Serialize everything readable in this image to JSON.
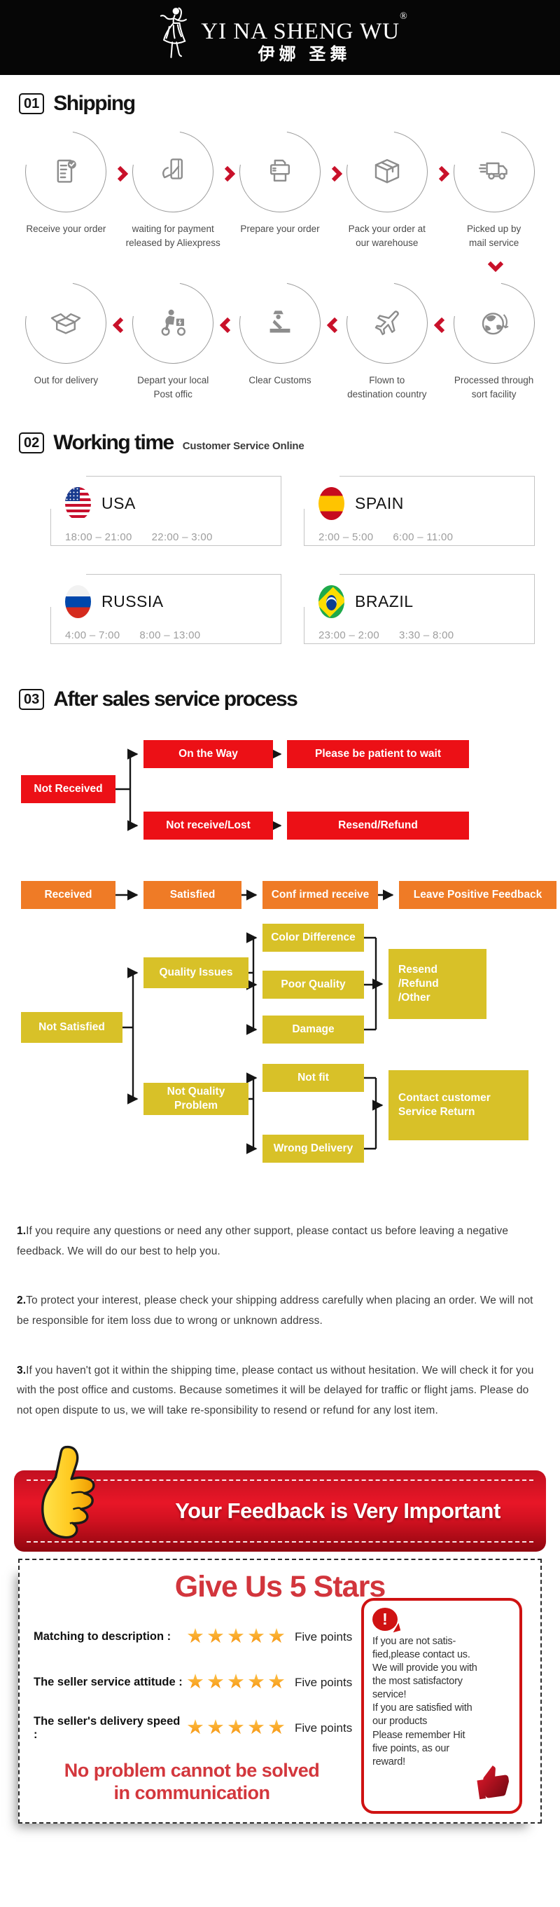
{
  "brand": {
    "name": "YI NA SHENG WU",
    "registered": "®",
    "name_cn": "伊娜 圣舞"
  },
  "shipping": {
    "number": "01",
    "title": "Shipping",
    "row1": [
      {
        "label": "Receive your order",
        "icon": "order-checklist-icon"
      },
      {
        "label": "waiting for payment\nreleased by Aliexpress",
        "icon": "payment-card-icon"
      },
      {
        "label": "Prepare your order",
        "icon": "printer-icon"
      },
      {
        "label": "Pack your order at\nour warehouse",
        "icon": "package-box-icon"
      },
      {
        "label": "Picked up by\nmail service",
        "icon": "delivery-truck-icon"
      }
    ],
    "row2": [
      {
        "label": "Out for delivery",
        "icon": "open-box-icon"
      },
      {
        "label": "Depart your local\nPost offic",
        "icon": "delivery-scooter-icon"
      },
      {
        "label": "Clear Customs",
        "icon": "customs-officer-icon"
      },
      {
        "label": "Flown to\ndestination country",
        "icon": "airplane-icon"
      },
      {
        "label": "Processed through\nsort facility",
        "icon": "globe-icon"
      }
    ]
  },
  "working_time": {
    "number": "02",
    "title": "Working time",
    "subtitle": "Customer Service Online",
    "countries": [
      {
        "name": "USA",
        "flag": "usa-flag",
        "time1": "18:00 – 21:00",
        "time2": "22:00 – 3:00"
      },
      {
        "name": "SPAIN",
        "flag": "spain-flag",
        "time1": "2:00 – 5:00",
        "time2": "6:00 – 11:00"
      },
      {
        "name": "RUSSIA",
        "flag": "russia-flag",
        "time1": "4:00 – 7:00",
        "time2": "8:00 – 13:00"
      },
      {
        "name": "BRAZIL",
        "flag": "brazil-flag",
        "time1": "23:00 – 2:00",
        "time2": "3:30 – 8:00"
      }
    ]
  },
  "after_sales": {
    "number": "03",
    "title": "After sales service process",
    "nodes": {
      "not_received": "Not Received",
      "on_the_way": "On the Way",
      "please_wait": "Please be patient to wait",
      "not_receive_lost": "Not receive/Lost",
      "resend_refund": "Resend/Refund",
      "received": "Received",
      "satisfied": "Satisfied",
      "confirmed_receive": "Conf irmed receive",
      "leave_positive_feedback": "Leave Positive Feedback",
      "not_satisfied": "Not Satisfied",
      "quality_issues": "Quality Issues",
      "color_difference": "Color Difference",
      "poor_quality": "Poor Quality",
      "damage": "Damage",
      "resend_refund_other": "Resend\n/Refund\n/Other",
      "not_fit": "Not fit",
      "not_quality_problem": "Not Quality\nProblem",
      "wrong_delivery": "Wrong Delivery",
      "contact_customer": "Contact customer\nService Return"
    }
  },
  "paragraphs": [
    {
      "num": "1.",
      "text": "If you require any questions or need any other support, please contact us before leaving a negative feedback. We will do our best to help you."
    },
    {
      "num": "2.",
      "text": "To protect your interest, please check your shipping address carefully when placing an order. We will not be responsible for item loss due to wrong or unknown address."
    },
    {
      "num": "3.",
      "text": "If you haven't got it within the shipping time, please contact us without hesitation. We will check it for you with the post office and customs. Because sometimes it will be delayed for traffic or flight jams. Please do not open dispute to us, we will take re-sponsibility to resend or refund for any lost item."
    }
  ],
  "banner": {
    "text": "Your Feedback is Very Important"
  },
  "feedback": {
    "title": "Give Us 5 Stars",
    "stars": "★★★★★",
    "rows": [
      {
        "label": "Matching to description :",
        "points": "Five points"
      },
      {
        "label": "The seller service attitude :",
        "points": "Five points"
      },
      {
        "label": "The seller's delivery speed :",
        "points": "Five points"
      }
    ],
    "note": {
      "icon": "!",
      "text": "If you are not satis-\nfied,please contact us.\nWe will provide you with\nthe most satisfactory\nservice!\nIf you are satisfied with\nour products\nPlease remember Hit\nfive points, as our\nreward!"
    },
    "closing": "No problem cannot be solved\nin communication"
  },
  "colors": {
    "flow_red": "#ec1016",
    "flow_orange": "#ef7b26",
    "flow_yellow": "#d8c128",
    "arrow_red": "#c9112a",
    "banner_red": "#d01120",
    "heading_red": "#d2353c",
    "note_border_red": "#cf1212",
    "star_orange": "#f48c06",
    "icon_gray": "#8d8d8d"
  }
}
